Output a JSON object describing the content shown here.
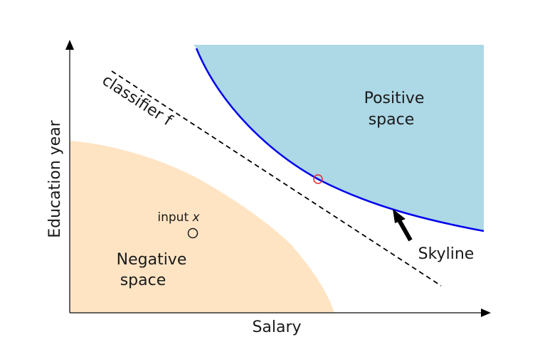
{
  "axes": {
    "x_label": "Salary",
    "y_label": "Education year"
  },
  "regions": {
    "positive": {
      "line1": "Positive",
      "line2": "space",
      "color": "#add8e6"
    },
    "negative": {
      "line1": "Negative",
      "line2": "space",
      "color": "#ffe4c4"
    }
  },
  "classifier": {
    "label": "classifier f"
  },
  "skyline": {
    "label": "Skyline",
    "color": "#0000ee"
  },
  "input_point": {
    "label_text": "input",
    "label_var": "x"
  },
  "counterfactual_point": {
    "color": "#e8242c"
  }
}
